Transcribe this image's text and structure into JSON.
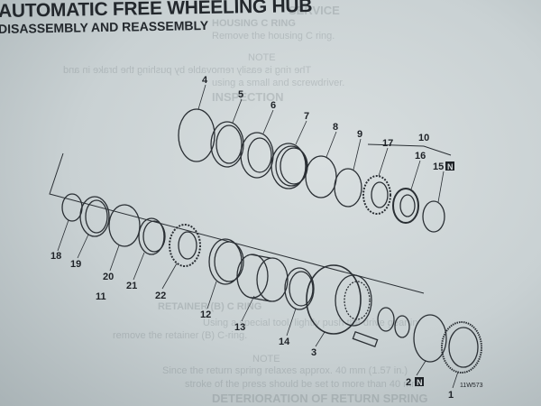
{
  "page": {
    "title": "AUTOMATIC FREE WHEELING HUB",
    "subtitle": "DISASSEMBLY AND REASSEMBLY"
  },
  "bleed_through": {
    "lines": [
      "SERVICE",
      "HOUSING C RING",
      "Remove the housing C ring.",
      "NOTE",
      "The ring is easily removable by pushing the brake in and",
      "using a small and screwdriver.",
      "INSPECTION",
      "RETAINER (B) C RING",
      "Using a special tool, lightly push the drive gear in",
      "remove the retainer (B) C-ring.",
      "NOTE",
      "Since the return spring relaxes approx. 40 mm (1.57 in.)",
      "stroke of the press should be set to more than 40 mm.",
      "DETERIORATION OF RETURN SPRING"
    ]
  },
  "diagram": {
    "figure_code": "11W573",
    "new_part_mark": "N",
    "callouts": [
      "1",
      "2",
      "3",
      "4",
      "5",
      "6",
      "7",
      "8",
      "9",
      "10",
      "11",
      "12",
      "13",
      "14",
      "15",
      "16",
      "17",
      "18",
      "19",
      "20",
      "21",
      "22"
    ]
  }
}
